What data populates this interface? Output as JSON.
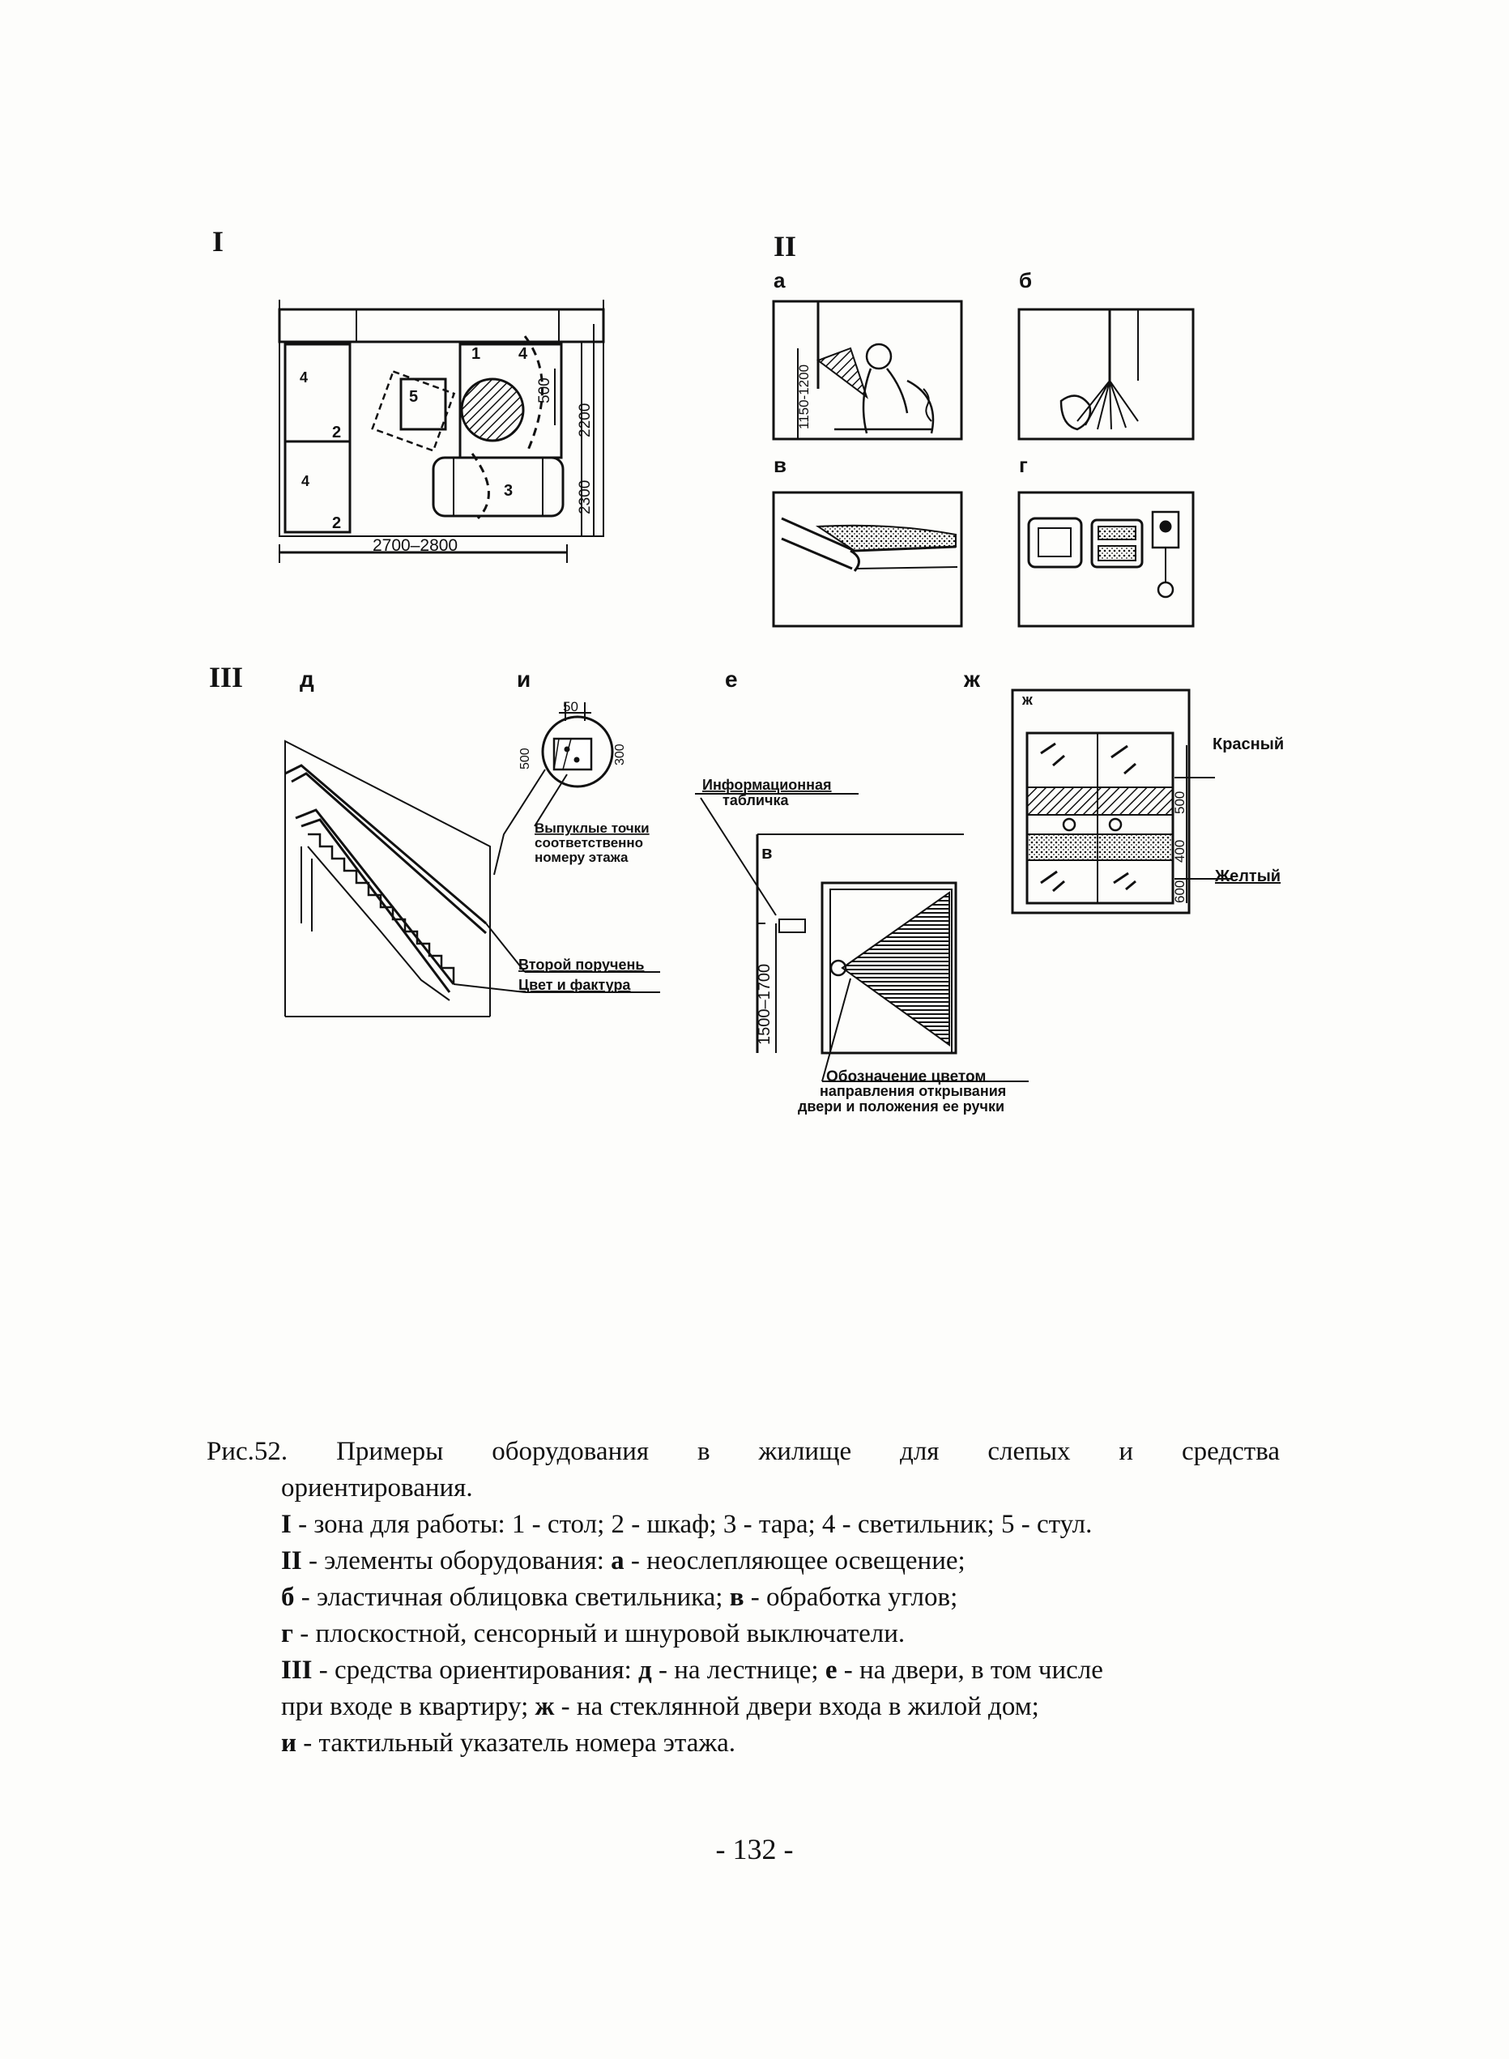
{
  "figure": {
    "part_labels": {
      "one": "I",
      "two": "II",
      "three": "III"
    },
    "panel_letters": {
      "a": "а",
      "b": "б",
      "v": "в",
      "g": "г",
      "d": "д",
      "i": "и",
      "e": "е",
      "zh": "ж"
    },
    "plan": {
      "dimensions": {
        "width": "2700–2800",
        "d500": "500",
        "d2200": "2200",
        "d2300": "2300"
      },
      "item_numbers": {
        "n1": "1",
        "n2": "2",
        "n3": "3",
        "n4": "4",
        "n5": "5"
      }
    },
    "lighting": {
      "height_range": "1150-1200"
    },
    "stairs": {
      "d50": "50",
      "d500": "500",
      "d300": "300",
      "dots_label_l1": "Выпуклые точки",
      "dots_label_l2": "соответственно",
      "dots_label_l3": "номеру этажа",
      "handrail_label": "Второй поручень",
      "texture_label": "Цвет и фактура"
    },
    "door": {
      "sign_label_l1": "Информационная",
      "sign_label_l2": "табличка",
      "height_range": "1500–1700",
      "color_label_l1": "Обозначение цветом",
      "color_label_l2": "направления открывания",
      "color_label_l3": "двери и положения ее ручки"
    },
    "glass_door": {
      "red_label": "Красный",
      "yellow_label": "Желтый",
      "d500": "500",
      "d400": "400",
      "d600": "600"
    }
  },
  "caption": {
    "fig_no": "Рис.52.",
    "title_part1": "Примеры оборудования в жилище для слепых и средства",
    "title_part2": "ориентирования.",
    "line_I_key": "I",
    "line_I_text": " - зона для работы: 1 - стол; 2 - шкаф; 3 - тара; 4 - светильник; 5 - стул.",
    "line_II_key": "II",
    "line_II_text": " - элементы оборудования: ",
    "line_II_a_key": "а",
    "line_II_a_text": " - неослепляющее освещение;",
    "line_b_key": "б",
    "line_b_text": " - эластичная облицовка светильника; ",
    "line_v_key": "в",
    "line_v_text": " - обработка углов;",
    "line_g_key": "г",
    "line_g_text": " - плоскостной, сенсорный и шнуровой выключатели.",
    "line_III_key": "III",
    "line_III_text1": " - средства ориентирования: ",
    "line_III_d_key": "д",
    "line_III_d_text": " - на лестнице; ",
    "line_III_e_key": "е",
    "line_III_e_text": " - на двери, в том числе",
    "line_cont1": "при входе в квартиру; ",
    "line_cont1_zh_key": "ж",
    "line_cont1_zh_text": " - на стеклянной двери входа в жилой дом;",
    "line_i_key": "и",
    "line_i_text": " - тактильный указатель номера этажа."
  },
  "page_number": "- 132 -"
}
